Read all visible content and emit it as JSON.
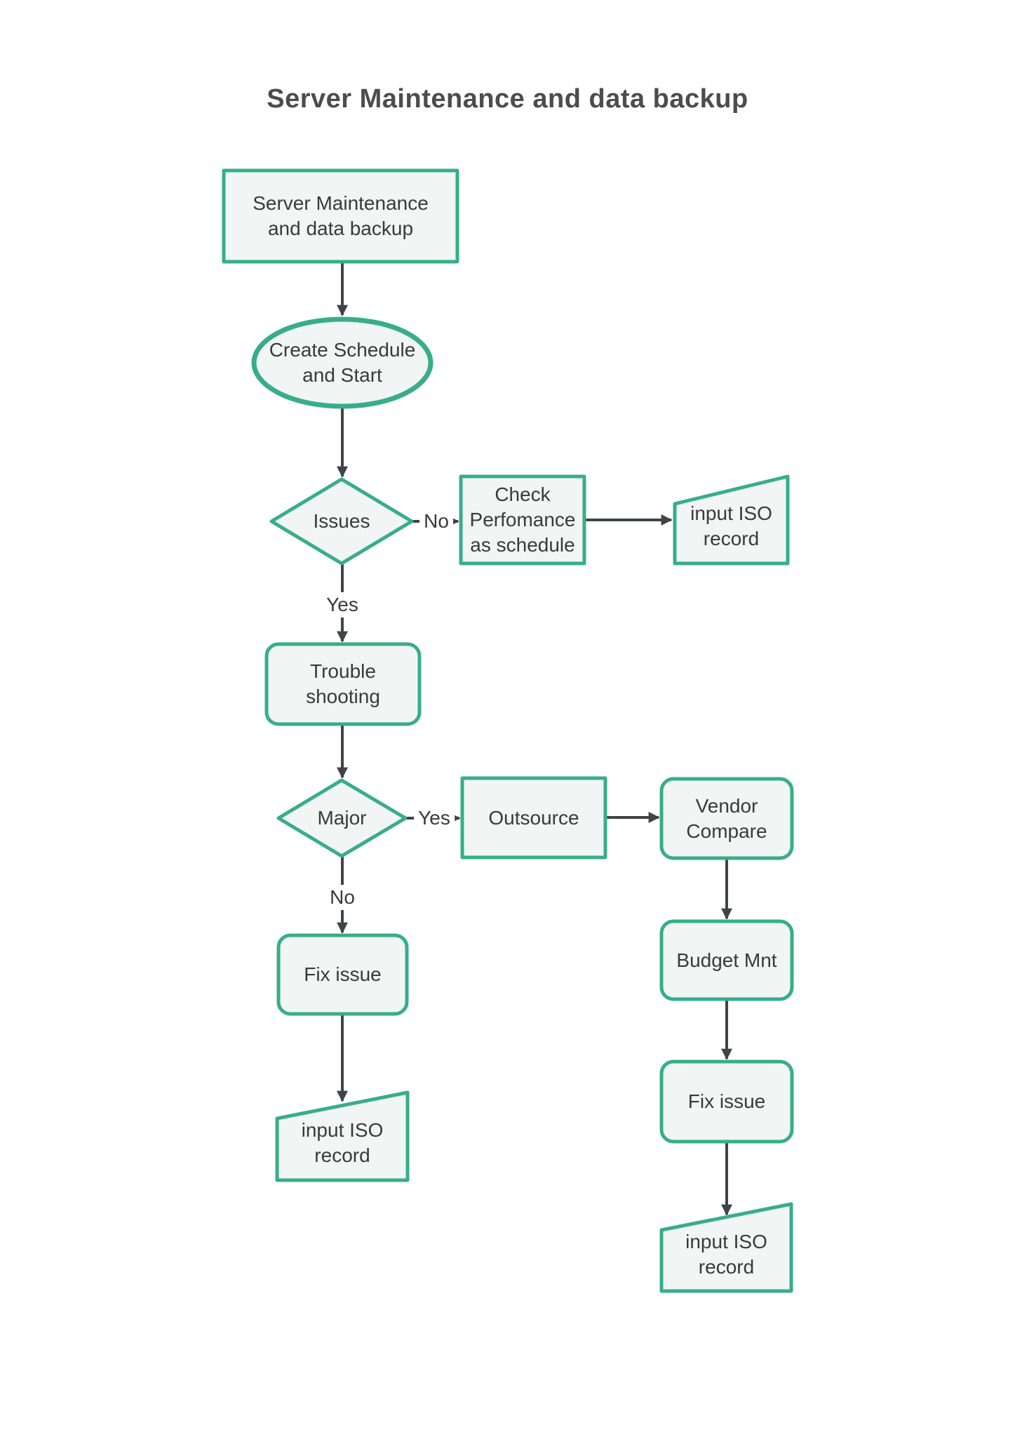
{
  "title": "Server Maintenance and data backup",
  "colors": {
    "shape_border": "#38ad8b",
    "shape_fill": "#f1f5f4",
    "connector": "#414446",
    "text": "#3a3a3a",
    "title_text": "#4c4c4c"
  },
  "nodes": {
    "start": {
      "label": "Server Maintenance\nand data backup",
      "shape": "process-rectangle"
    },
    "create_schedule": {
      "label": "Create Schedule\nand Start",
      "shape": "ellipse"
    },
    "issues": {
      "label": "Issues",
      "shape": "decision-diamond"
    },
    "check_performance": {
      "label": "Check\nPerfomance\nas schedule",
      "shape": "process-rectangle"
    },
    "input_iso_top": {
      "label": "input ISO\nrecord",
      "shape": "manual-input-trapezoid"
    },
    "trouble_shooting": {
      "label": "Trouble\nshooting",
      "shape": "rounded-rectangle"
    },
    "major": {
      "label": "Major",
      "shape": "decision-diamond"
    },
    "outsource": {
      "label": "Outsource",
      "shape": "process-rectangle"
    },
    "vendor_compare": {
      "label": "Vendor\nCompare",
      "shape": "rounded-rectangle"
    },
    "budget_mnt": {
      "label": "Budget Mnt",
      "shape": "rounded-rectangle"
    },
    "fix_issue_right": {
      "label": "Fix issue",
      "shape": "rounded-rectangle"
    },
    "input_iso_right": {
      "label": "input ISO\nrecord",
      "shape": "manual-input-trapezoid"
    },
    "fix_issue_left": {
      "label": "Fix issue",
      "shape": "rounded-rectangle"
    },
    "input_iso_left": {
      "label": "input ISO\nrecord",
      "shape": "manual-input-trapezoid"
    }
  },
  "edges": {
    "issues_no_label": "No",
    "issues_yes_label": "Yes",
    "major_yes_label": "Yes",
    "major_no_label": "No"
  }
}
